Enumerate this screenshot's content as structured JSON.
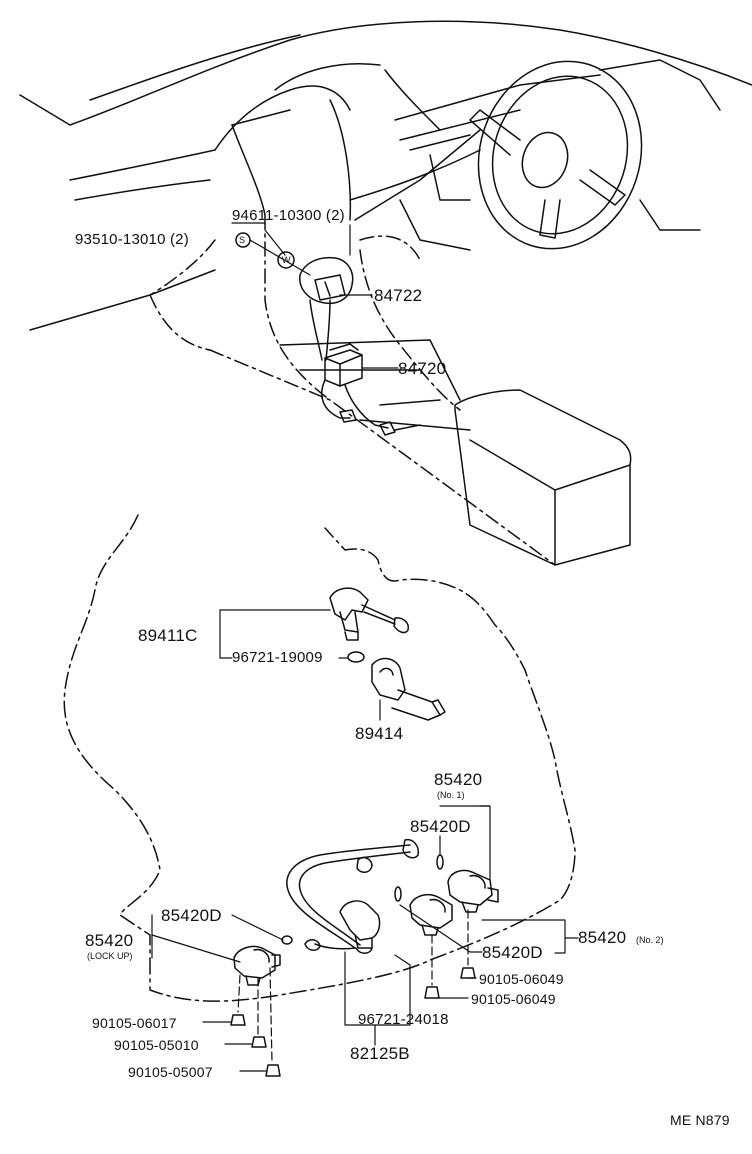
{
  "parts": {
    "p_94611": "94611-10300 (2)",
    "p_93510": "93510-13010 (2)",
    "p_84722": "84722",
    "p_84720": "84720",
    "p_89411c": "89411C",
    "p_96721_19009": "96721-19009",
    "p_89414": "89414",
    "p_85420_top": "85420",
    "p_85420_no1": "(No. 1)",
    "p_85420d_top": "85420D",
    "p_85420d_left": "85420D",
    "p_85420_left": "85420",
    "p_lockup": "(LOCK UP)",
    "p_85420d_right": "85420D",
    "p_85420_right": "85420",
    "p_no2": "(No. 2)",
    "p_90105_06049_a": "90105-06049",
    "p_90105_06049_b": "90105-06049",
    "p_90105_06017": "90105-06017",
    "p_90105_05010": "90105-05010",
    "p_90105_05007": "90105-05007",
    "p_96721_24018": "96721-24018",
    "p_82125b": "82125B"
  },
  "symbols": {
    "s_mark": "S",
    "w_mark": "W"
  },
  "diagram_ref": "ME N879"
}
